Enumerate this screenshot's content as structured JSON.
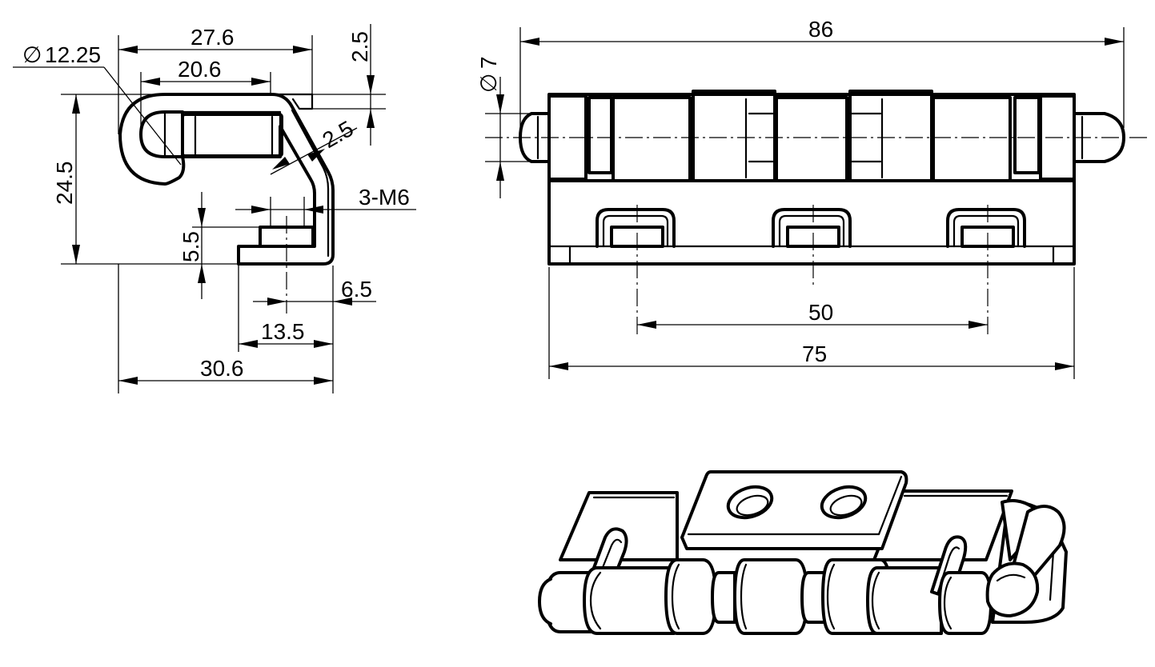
{
  "side_view": {
    "dim_diameter": "12.25",
    "dim_width_top": "27.6",
    "dim_width_inner": "20.6",
    "dim_thickness_top": "2.5",
    "dim_thickness_diag": "2.5",
    "dim_height": "24.5",
    "dim_foot_height": "5.5",
    "dim_thread": "3-M6",
    "dim_hole_offset": "6.5",
    "dim_foot_width": "13.5",
    "dim_total_width": "30.6"
  },
  "front_view": {
    "dim_total_length": "86",
    "dim_pin_diameter": "7",
    "dim_hole_pitch": "50",
    "dim_plate_length": "75"
  },
  "symbols": {
    "diameter": "∅"
  }
}
